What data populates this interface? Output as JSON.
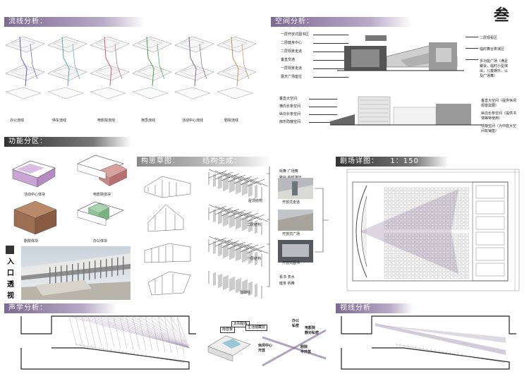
{
  "sheet_mark": "叁",
  "sections": {
    "flow": "流线分析：",
    "space": "空间分析：",
    "function": "功能分区：",
    "concept": "构思草图：",
    "structure": "结构生成：",
    "theater": "剧场详图：",
    "theater_scale": "1：150",
    "acoustic": "声学分析：",
    "sightline": "视线分析"
  },
  "flow_labels": [
    "办公流线",
    "停车流线",
    "电影院流线",
    "演员流线",
    "活动中心流线",
    "剧院流线"
  ],
  "function_labels": [
    "活动中心体块",
    "电影院体块",
    "剧院体块",
    "办公体块"
  ],
  "entrance": [
    "入",
    "口",
    "透",
    "视"
  ],
  "space_top_left": [
    "一层开放式图书区",
    "二层健身中心",
    "二层观景走道",
    "垂直交通",
    "一层观景走道",
    "露天广场座位"
  ],
  "space_top_right": [
    "二层观看区",
    "临时舞台表演区",
    "多功能广场（满足",
    "聚会，临时小型演",
    "出，儿童娱乐，以",
    "及广场舞）"
  ],
  "space_bot_left": [
    "垂直大空间",
    "横向长条空间",
    "纵向长条空间",
    "扇形隐蔽空间"
  ],
  "space_bot_right": [
    "垂直大空间（提供休闲",
    "观景需要）",
    "纵向长条空间（提供书",
    "墙等特使用）",
    "低矮空间（为中庭大空",
    "间有铺垫）"
  ],
  "structure_labels": [
    "屋顶结构",
    "二层结构",
    "一层结构",
    "基础柱"
  ],
  "activities_top": [
    "街舞  广场舞",
    "聚会  临时演出",
    "集会  休闲交友"
  ],
  "activities_bot": [
    "看书  茶水",
    "健身  帆腾"
  ],
  "photo_labels": [
    "开放式走道",
    "开放式广场",
    "开放式图书"
  ],
  "acoustic_tags": [
    "隔音板",
    "太阳能板",
    "生活储藏层"
  ],
  "zoning": [
    "办公",
    "私密",
    "电影院",
    "静对私密",
    "休闲中心",
    "开放",
    "剧院",
    "半开放"
  ],
  "colors": {
    "accent": "#7d6a91",
    "activity": "#c9a4d4",
    "cinema": "#d9a0a0",
    "theater": "#a07860",
    "office": "#a8d4b0"
  }
}
